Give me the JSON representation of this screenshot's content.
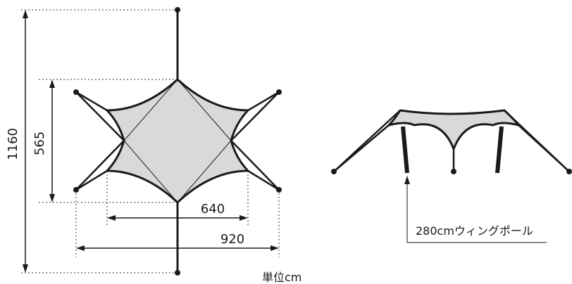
{
  "dimensions": {
    "total_height": "1160",
    "inner_height": "565",
    "inner_width": "640",
    "total_width": "920"
  },
  "side_view": {
    "pole_label": "280cmウィングポール"
  },
  "unit_label": "単位cm",
  "colors": {
    "canvas_fill": "#d9d9d9",
    "line": "#1a1a1a",
    "background": "#ffffff"
  }
}
